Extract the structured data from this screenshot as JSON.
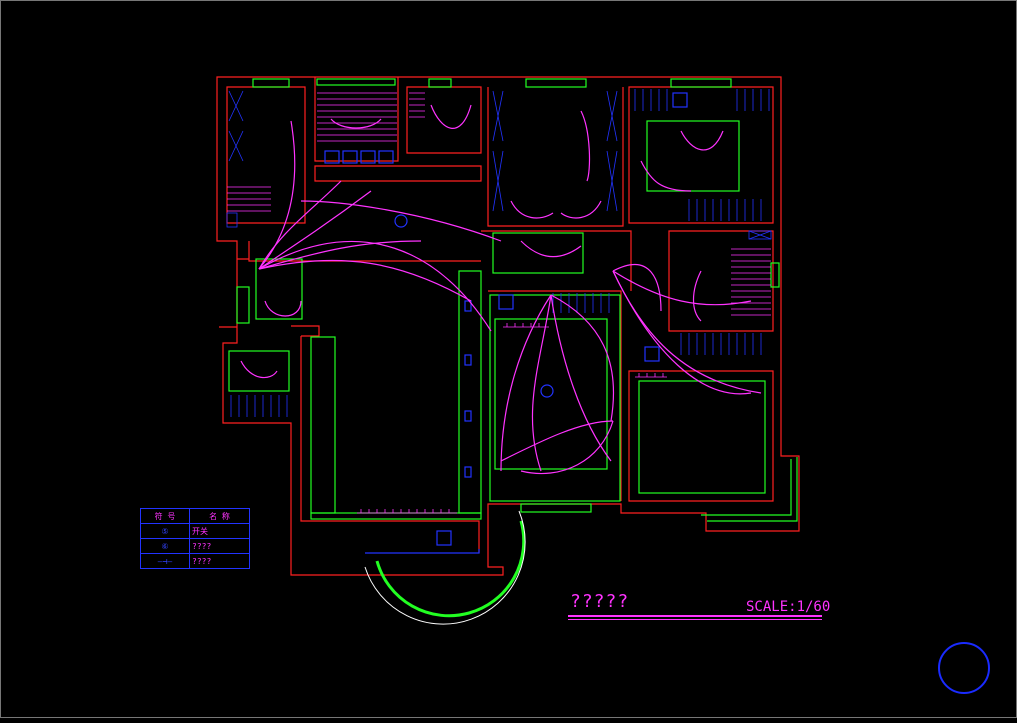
{
  "drawing": {
    "title": "?????",
    "scale": "SCALE:1/60"
  },
  "legend": {
    "header": [
      "符 号",
      "名 称"
    ],
    "rows": [
      {
        "symbol": "⑤",
        "label": "开关"
      },
      {
        "symbol": "⑥",
        "label": "????"
      },
      {
        "symbol": "—⊣—",
        "label": "????"
      }
    ]
  },
  "colors": {
    "wall": "#ff2020",
    "wiring": "#ff33ff",
    "fixture": "#2233ff",
    "furniture": "#22ff22",
    "window": "#22ffff",
    "background": "#000000"
  }
}
